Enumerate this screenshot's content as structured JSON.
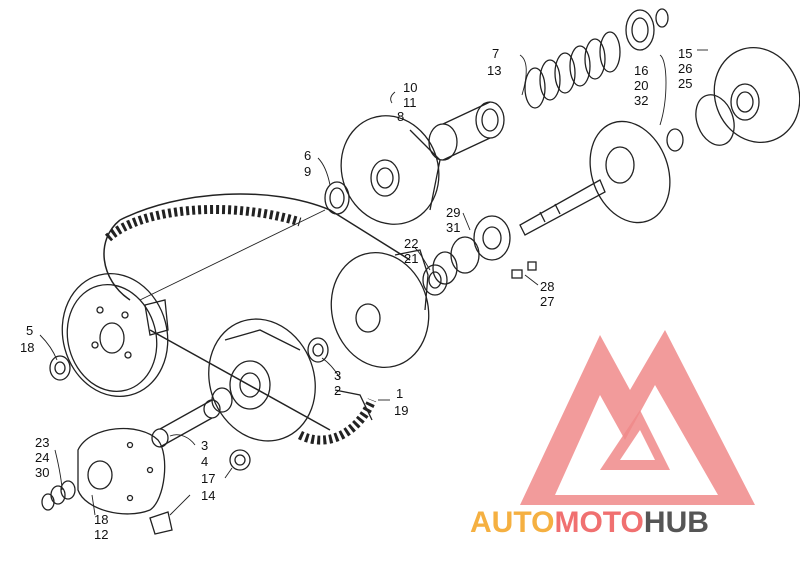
{
  "labels": [
    {
      "id": "n10",
      "text": "10"
    },
    {
      "id": "n11",
      "text": "11"
    },
    {
      "id": "n8",
      "text": "8"
    },
    {
      "id": "n7",
      "text": "7"
    },
    {
      "id": "n13",
      "text": "13"
    },
    {
      "id": "n15",
      "text": "15"
    },
    {
      "id": "n26",
      "text": "26"
    },
    {
      "id": "n25",
      "text": "25"
    },
    {
      "id": "n16",
      "text": "16"
    },
    {
      "id": "n20",
      "text": "20"
    },
    {
      "id": "n32",
      "text": "32"
    },
    {
      "id": "n6",
      "text": "6"
    },
    {
      "id": "n9",
      "text": "9"
    },
    {
      "id": "n29",
      "text": "29"
    },
    {
      "id": "n31",
      "text": "31"
    },
    {
      "id": "n22",
      "text": "22"
    },
    {
      "id": "n21",
      "text": "21"
    },
    {
      "id": "n28",
      "text": "28"
    },
    {
      "id": "n27",
      "text": "27"
    },
    {
      "id": "n5",
      "text": "5"
    },
    {
      "id": "n18a",
      "text": "18"
    },
    {
      "id": "n3a",
      "text": "3"
    },
    {
      "id": "n2",
      "text": "2"
    },
    {
      "id": "n1",
      "text": "1"
    },
    {
      "id": "n19",
      "text": "19"
    },
    {
      "id": "n23",
      "text": "23"
    },
    {
      "id": "n24",
      "text": "24"
    },
    {
      "id": "n30",
      "text": "30"
    },
    {
      "id": "n3b",
      "text": "3"
    },
    {
      "id": "n4",
      "text": "4"
    },
    {
      "id": "n17",
      "text": "17"
    },
    {
      "id": "n14",
      "text": "14"
    },
    {
      "id": "n18b",
      "text": "18"
    },
    {
      "id": "n12",
      "text": "12"
    }
  ],
  "watermark": {
    "part1": "AUTO",
    "part2": "MOTO",
    "part3": "HUB",
    "colors": {
      "orange": "#f5b041",
      "red": "#f07070",
      "gray": "#555555"
    }
  }
}
